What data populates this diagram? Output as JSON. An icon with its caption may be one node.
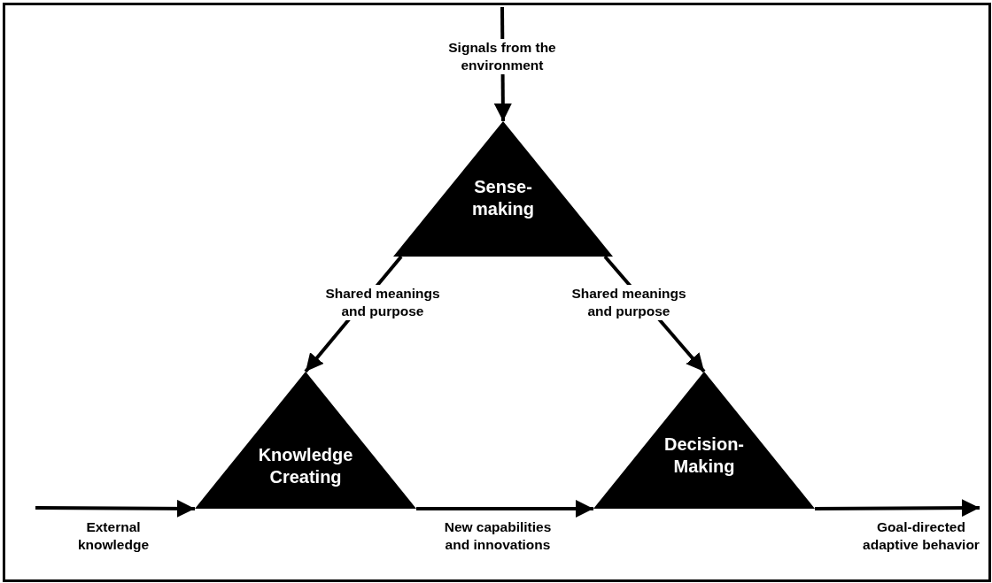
{
  "diagram": {
    "nodes": [
      {
        "text": [
          "Sense- making"
        ]
      },
      {
        "text": [
          "Knowledge Creating"
        ]
      },
      {
        "text": [
          "Decision- Making"
        ]
      }
    ],
    "edges": [
      {
        "from": null,
        "to": 0,
        "arrow": "to",
        "label": "Signals from the environment"
      },
      {
        "from": 0,
        "to": 1,
        "arrow": "to",
        "label": "Shared meanings and purpose"
      },
      {
        "from": 0,
        "to": 2,
        "arrow": "to",
        "label": "Shared meanings and purpose"
      },
      {
        "from": null,
        "to": 1,
        "arrow": "to",
        "label": "External knowledge"
      },
      {
        "from": 1,
        "to": 2,
        "arrow": "to",
        "label": "New capabilities and innovations"
      },
      {
        "from": 2,
        "to": null,
        "arrow": "to",
        "label": "Goal-directed adaptive behavior"
      }
    ]
  }
}
